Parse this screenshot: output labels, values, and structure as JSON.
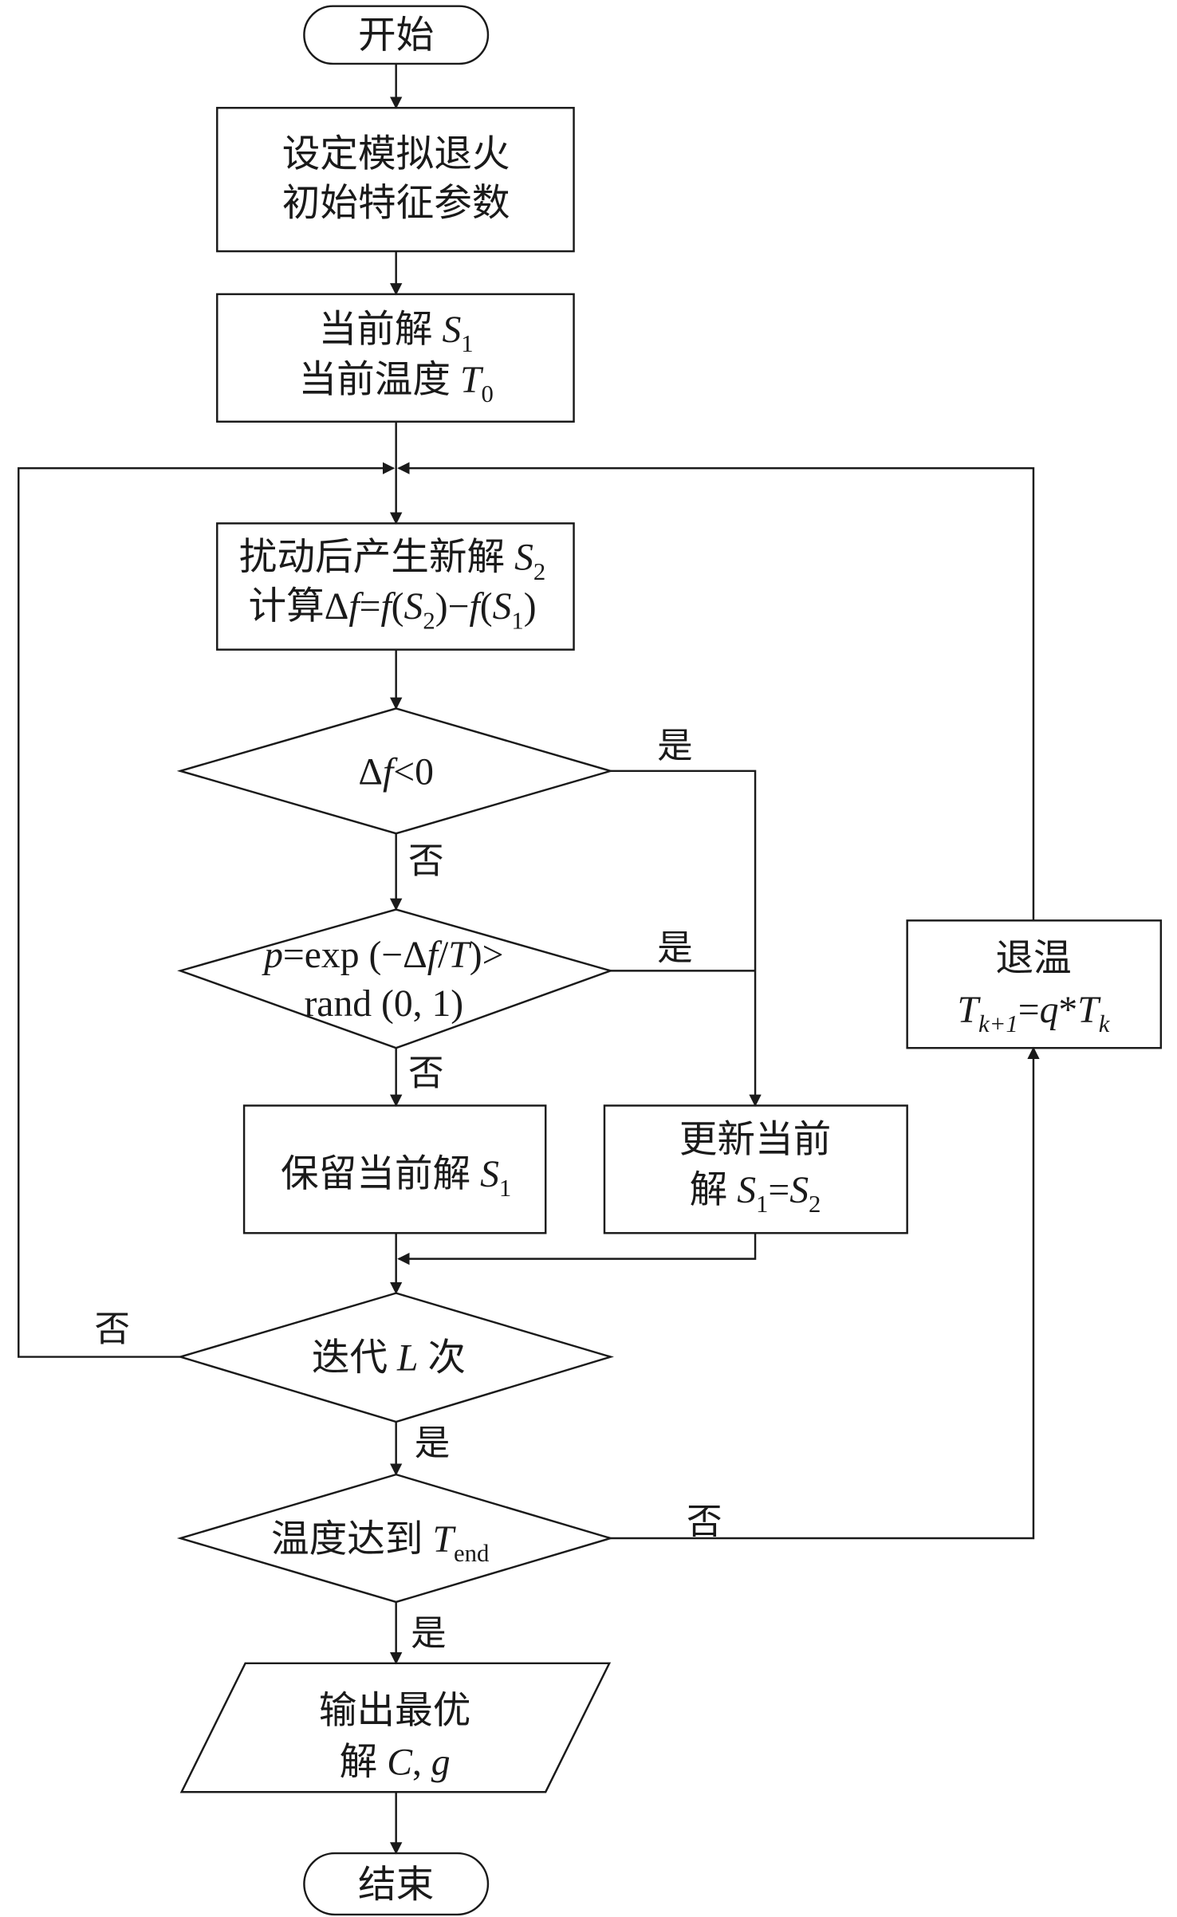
{
  "colors": {
    "stroke": "#1a1a1a",
    "background": "#ffffff"
  },
  "nodes": {
    "start": {
      "lines": [
        [
          [
            "开始",
            "n"
          ]
        ]
      ]
    },
    "init": {
      "lines": [
        [
          [
            "设定模拟退火",
            "n"
          ]
        ],
        [
          [
            "初始特征参数",
            "n"
          ]
        ]
      ]
    },
    "current": {
      "lines": [
        [
          [
            "当前解 ",
            "n"
          ],
          [
            "S",
            "i"
          ],
          [
            "1",
            "sub"
          ]
        ],
        [
          [
            "当前温度 ",
            "n"
          ],
          [
            "T",
            "i"
          ],
          [
            "0",
            "sub"
          ]
        ]
      ]
    },
    "perturb": {
      "lines": [
        [
          [
            "扰动后产生新解 ",
            "n"
          ],
          [
            "S",
            "i"
          ],
          [
            "2",
            "sub"
          ]
        ],
        [
          [
            "计算Δ",
            "n"
          ],
          [
            "f",
            "i"
          ],
          [
            "=",
            "n"
          ],
          [
            "f",
            "i"
          ],
          [
            "(",
            "n"
          ],
          [
            "S",
            "i"
          ],
          [
            "2",
            "sub"
          ],
          [
            ")−",
            "n"
          ],
          [
            "f",
            "i"
          ],
          [
            "(",
            "n"
          ],
          [
            "S",
            "i"
          ],
          [
            "1",
            "sub"
          ],
          [
            ")",
            "n"
          ]
        ]
      ]
    },
    "check_delta": {
      "lines": [
        [
          [
            "Δ",
            "n"
          ],
          [
            "f",
            "i"
          ],
          [
            "<0",
            "n"
          ]
        ]
      ]
    },
    "check_prob": {
      "lines": [
        [
          [
            "p",
            "i"
          ],
          [
            "=exp (−Δ",
            "n"
          ],
          [
            "f",
            "i"
          ],
          [
            "/",
            "n"
          ],
          [
            "T",
            "i"
          ],
          [
            ")>",
            "n"
          ]
        ],
        [
          [
            "rand (0, 1)",
            "n"
          ]
        ]
      ]
    },
    "keep": {
      "lines": [
        [
          [
            "保留当前解 ",
            "n"
          ],
          [
            "S",
            "i"
          ],
          [
            "1",
            "sub"
          ]
        ]
      ]
    },
    "update": {
      "lines": [
        [
          [
            "更新当前",
            "n"
          ]
        ],
        [
          [
            "解 ",
            "n"
          ],
          [
            "S",
            "i"
          ],
          [
            "1",
            "sub"
          ],
          [
            "=",
            "n"
          ],
          [
            "S",
            "i"
          ],
          [
            "2",
            "sub"
          ]
        ]
      ]
    },
    "iterate": {
      "lines": [
        [
          [
            "迭代 ",
            "n"
          ],
          [
            "L",
            "i"
          ],
          [
            " 次",
            "n"
          ]
        ]
      ]
    },
    "temp_check": {
      "lines": [
        [
          [
            "温度达到 ",
            "n"
          ],
          [
            "T",
            "i"
          ],
          [
            "end",
            "sub"
          ]
        ]
      ]
    },
    "cool": {
      "lines": [
        [
          [
            "退温",
            "n"
          ]
        ],
        [
          [
            "T",
            "i"
          ],
          [
            "k+1",
            "subi"
          ],
          [
            "=",
            "n"
          ],
          [
            "q",
            "i"
          ],
          [
            "*",
            "n"
          ],
          [
            "T",
            "i"
          ],
          [
            "k",
            "subi"
          ]
        ]
      ]
    },
    "output": {
      "lines": [
        [
          [
            "输出最优",
            "n"
          ]
        ],
        [
          [
            "解 ",
            "n"
          ],
          [
            "C",
            "i"
          ],
          [
            ", ",
            "n"
          ],
          [
            "g",
            "i"
          ]
        ]
      ]
    },
    "end": {
      "lines": [
        [
          [
            "结束",
            "n"
          ]
        ]
      ]
    }
  },
  "edge_labels": {
    "delta_yes": "是",
    "delta_no": "否",
    "prob_yes": "是",
    "prob_no": "否",
    "iterate_no": "否",
    "iterate_yes": "是",
    "temp_no": "否",
    "temp_yes": "是"
  }
}
